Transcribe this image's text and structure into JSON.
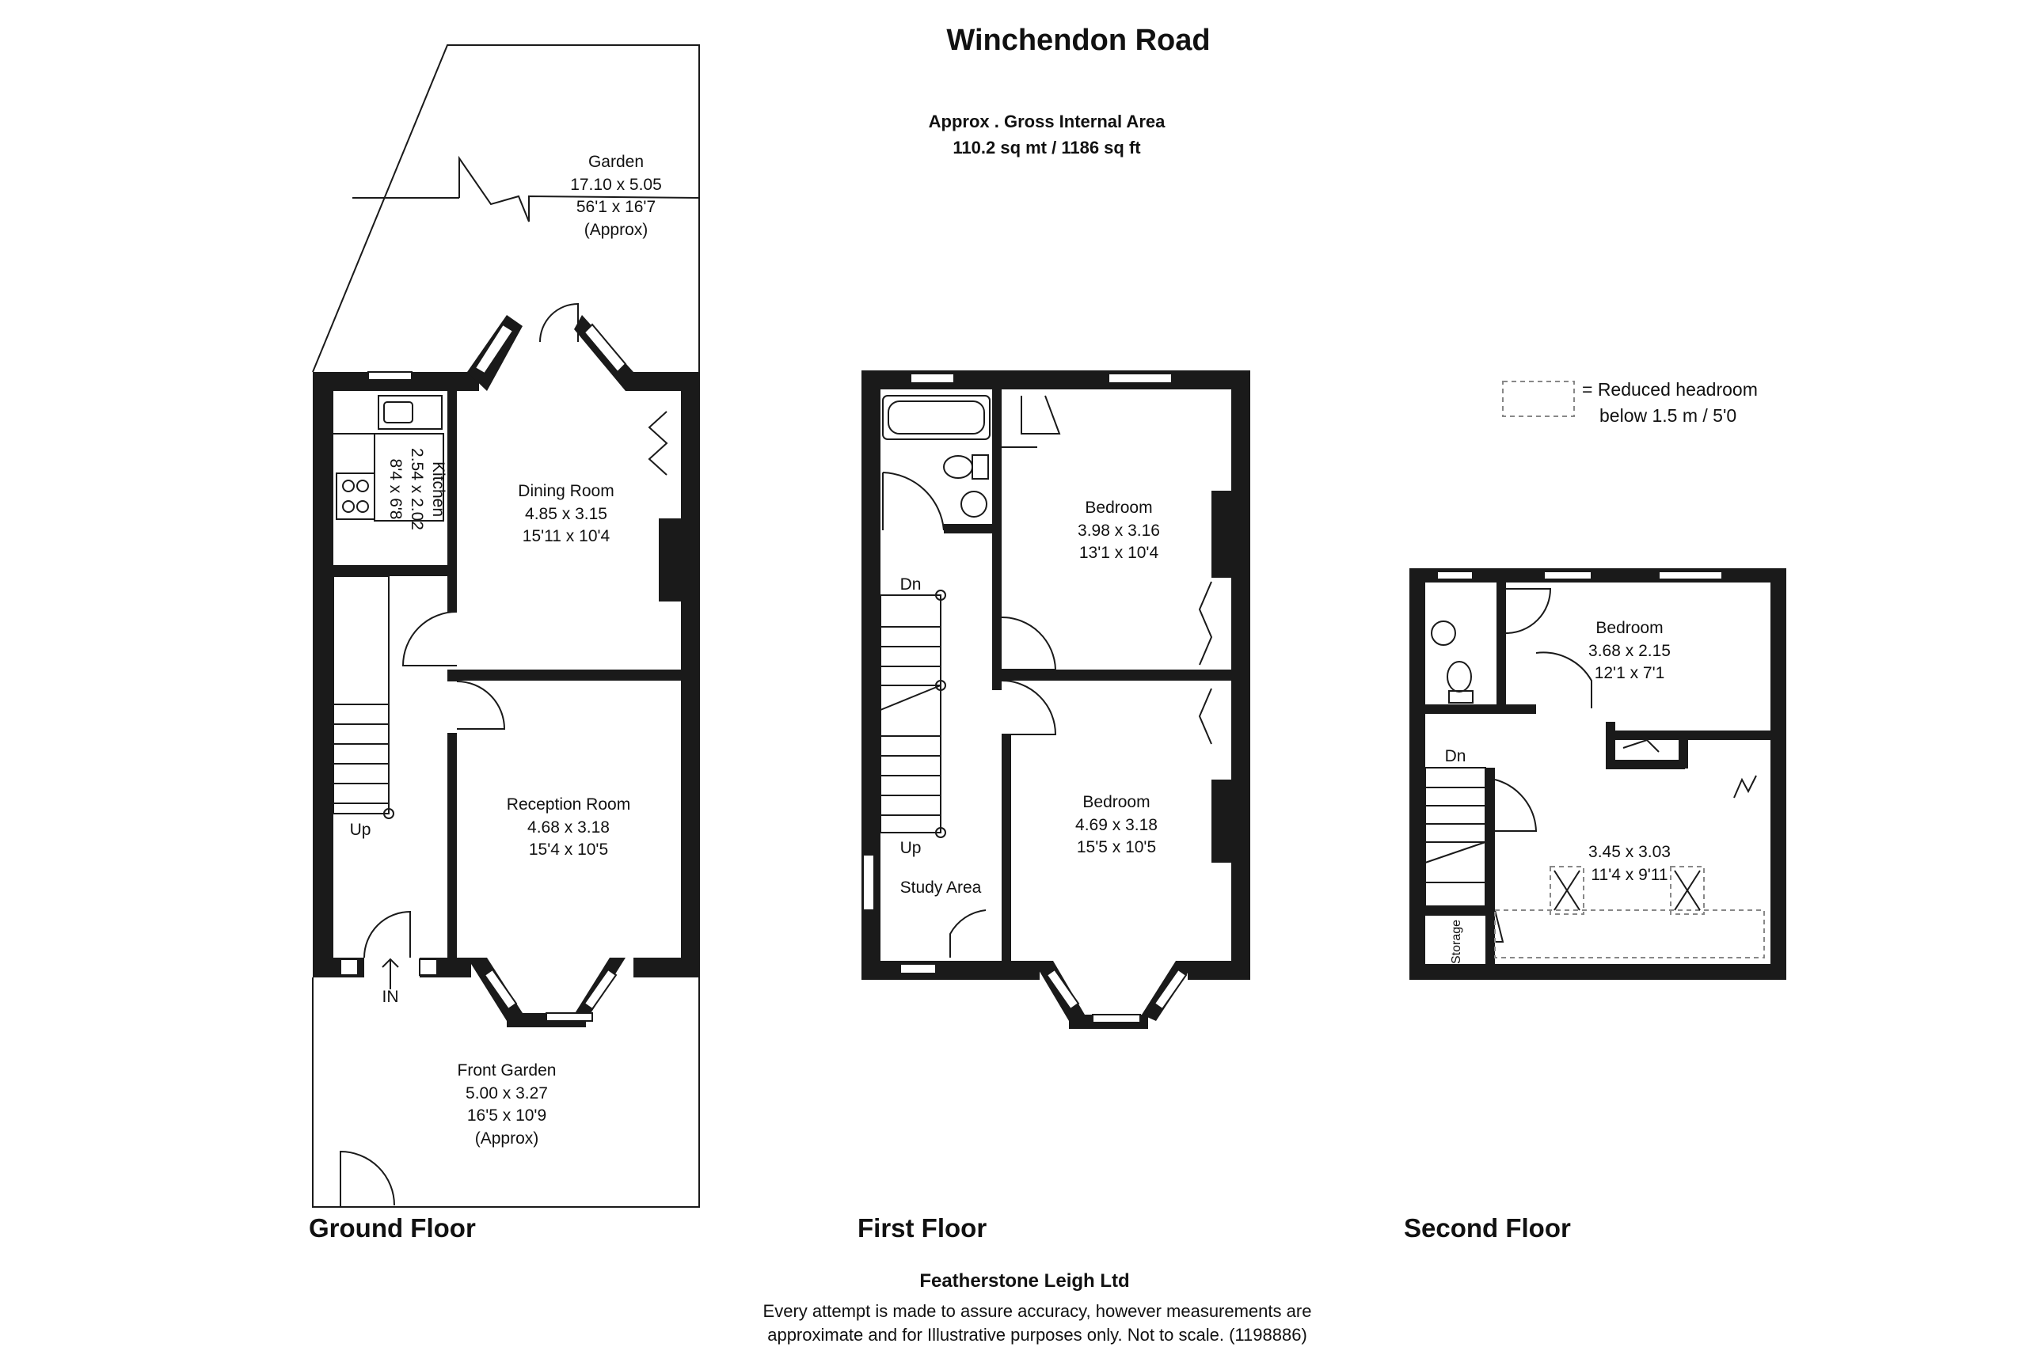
{
  "header": {
    "title": "Winchendon Road",
    "area_label": "Approx . Gross Internal Area",
    "area_value": "110.2 sq mt / 1186 sq ft"
  },
  "legend": {
    "reduced_headroom_line1": "= Reduced headroom",
    "reduced_headroom_line2": "below 1.5 m / 5'0"
  },
  "floors": {
    "ground": "Ground Floor",
    "first": "First Floor",
    "second": "Second Floor"
  },
  "ground_floor": {
    "garden": {
      "name": "Garden",
      "metric": "17.10 x 5.05",
      "imperial": "56'1 x 16'7",
      "note": "(Approx)"
    },
    "kitchen": {
      "name": "Kitchen",
      "metric": "2.54 x 2.02",
      "imperial": "8'4 x 6'8"
    },
    "dining": {
      "name": "Dining Room",
      "metric": "4.85 x 3.15",
      "imperial": "15'11 x 10'4"
    },
    "reception": {
      "name": "Reception Room",
      "metric": "4.68 x 3.18",
      "imperial": "15'4 x 10'5"
    },
    "front_garden": {
      "name": "Front Garden",
      "metric": "5.00 x 3.27",
      "imperial": "16'5 x 10'9",
      "note": "(Approx)"
    },
    "stair_label": "Up",
    "entrance_label": "IN"
  },
  "first_floor": {
    "bedroom_rear": {
      "name": "Bedroom",
      "metric": "3.98 x 3.16",
      "imperial": "13'1 x 10'4"
    },
    "bedroom_front": {
      "name": "Bedroom",
      "metric": "4.69 x 3.18",
      "imperial": "15'5 x 10'5"
    },
    "stair_down": "Dn",
    "stair_up": "Up",
    "study": "Study Area"
  },
  "second_floor": {
    "bedroom": {
      "name": "Bedroom",
      "metric": "3.68 x 2.15",
      "imperial": "12'1 x 7'1"
    },
    "loft_room": {
      "metric": "3.45 x 3.03",
      "imperial": "11'4 x 9'11"
    },
    "stair_down": "Dn",
    "storage": "Storage"
  },
  "footer": {
    "company": "Featherstone Leigh Ltd",
    "disclaimer_line1": "Every attempt is made to assure accuracy, however measurements are",
    "disclaimer_line2": "approximate and for Illustrative purposes only. Not to scale. (1198886)"
  }
}
